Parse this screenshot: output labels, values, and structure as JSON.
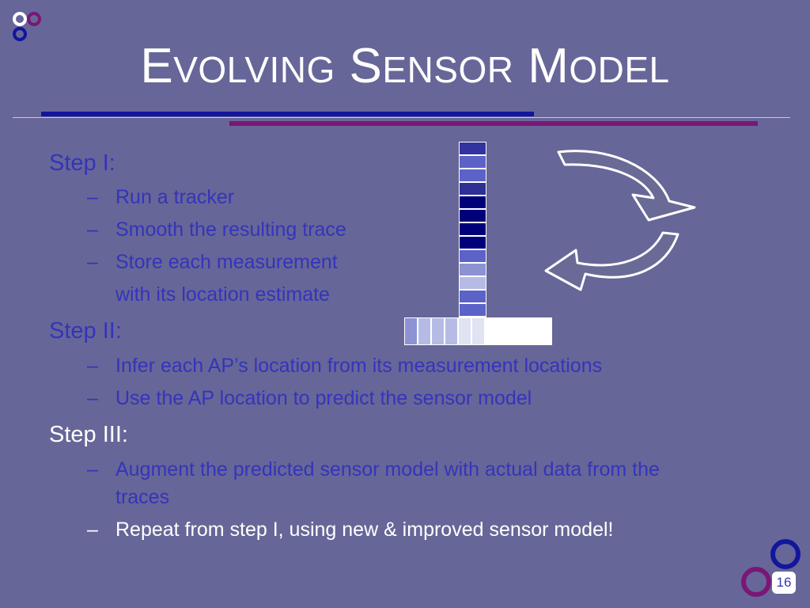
{
  "slide": {
    "title": {
      "words": [
        {
          "cap": "E",
          "rest": "VOLVING"
        },
        {
          "cap": "S",
          "rest": "ENSOR"
        },
        {
          "cap": "M",
          "rest": "ODEL"
        }
      ]
    },
    "bullets": [
      {
        "level": 1,
        "text": "Step I:"
      },
      {
        "level": 2,
        "dash": "–",
        "text": "Run a tracker"
      },
      {
        "level": 2,
        "dash": "–",
        "text": "Smooth the resulting trace"
      },
      {
        "level": 2,
        "dash": "–",
        "text": "Store each measurement"
      },
      {
        "level": 3,
        "text": "with its location estimate"
      },
      {
        "level": 1,
        "text": "Step II:"
      },
      {
        "level": 2,
        "dash": "–",
        "text": "Infer each AP’s location from its measurement locations"
      },
      {
        "level": 2,
        "dash": "–",
        "text": "Use the AP location to predict the sensor model"
      },
      {
        "level": 1,
        "text": "Step III:"
      },
      {
        "level": 2,
        "dash": "–",
        "text": "Augment the predicted sensor model with actual data from the"
      },
      {
        "level": 3,
        "text": "traces"
      },
      {
        "level": 2,
        "dash": "–",
        "text": "Repeat from step I, using new & improved sensor model!"
      }
    ],
    "page_number": "16",
    "colors": {
      "background": "#676698",
      "text_blue": "#3434bb",
      "text_white": "#ffffff",
      "accent_blue": "#12169c",
      "accent_purple": "#7a1776"
    },
    "figure": {
      "vertical_column_colors": [
        "#3333a0",
        "#5b62c8",
        "#5b62c8",
        "#2f2f95",
        "#00007a",
        "#00007a",
        "#00007a",
        "#00007a",
        "#5b62c8",
        "#8c92d2",
        "#b6bbe6",
        "#5b62c8",
        "#5b62c8",
        "#8c92d2",
        "#dfe3f2"
      ],
      "horizontal_row_colors": [
        "#8c92d2",
        "#b6bbe6",
        "#b6bbe6",
        "#b6bbe6",
        "#dfe3f2",
        "#dfe3f2",
        "#ffffff",
        "#ffffff",
        "#ffffff",
        "#ffffff",
        "#ffffff"
      ],
      "icons": [
        "curved-arrow-right-icon",
        "curved-arrow-left-icon"
      ]
    }
  }
}
